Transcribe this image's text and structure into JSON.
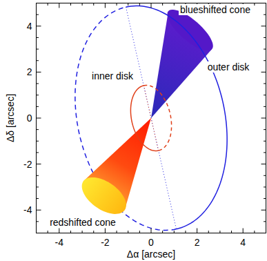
{
  "diagram": {
    "labels": [
      "blueshifted cone",
      "outer disk",
      "inner disk",
      "redshifted cone",
      "-4",
      "-2",
      "0",
      "2",
      "4",
      "4",
      "2",
      "0",
      "-2",
      "-4",
      "Δα [arcsec]",
      "Δδ [arcsec]"
    ]
  }
}
